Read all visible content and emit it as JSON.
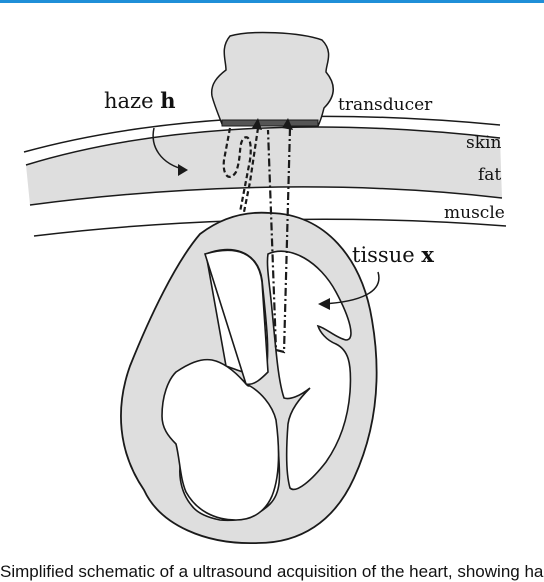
{
  "colors": {
    "accent_bar": "#1f8fd8",
    "tissue_fill": "#dedede",
    "stroke": "#1a1a1a"
  },
  "labels": {
    "haze_prefix": "haze ",
    "haze_symbol": "h",
    "transducer": "transducer",
    "skin": "skin",
    "fat": "fat",
    "muscle": "muscle",
    "tissue_prefix": "tissue ",
    "tissue_symbol": "x"
  },
  "caption": "Simplified schematic of a ultrasound acquisition of the heart, showing haze contributions"
}
